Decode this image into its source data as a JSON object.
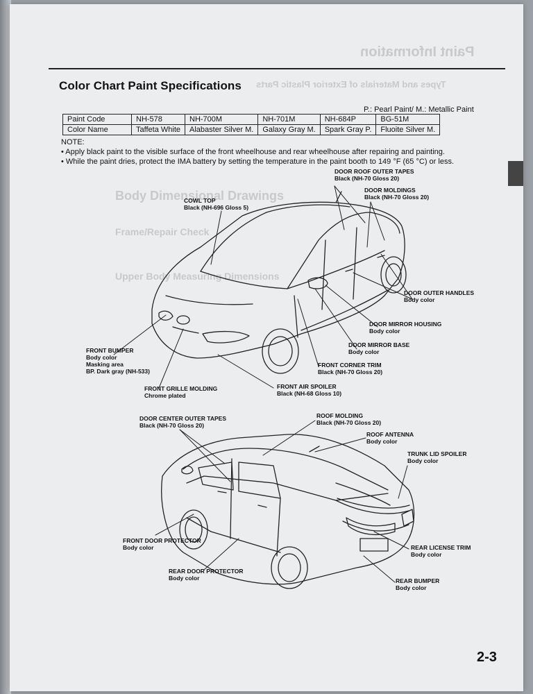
{
  "page": {
    "title": "Color Chart Paint Specifications",
    "page_number": "2-3"
  },
  "legend": "P.: Pearl Paint/ M.: Metallic Paint",
  "paint_table": {
    "row_labels": [
      "Paint Code",
      "Color Name"
    ],
    "columns": [
      {
        "code": "NH-578",
        "name": "Taffeta White"
      },
      {
        "code": "NH-700M",
        "name": "Alabaster Silver M."
      },
      {
        "code": "NH-701M",
        "name": "Galaxy Gray M."
      },
      {
        "code": "NH-684P",
        "name": "Spark Gray P."
      },
      {
        "code": "BG-51M",
        "name": "Fluoite Silver M."
      }
    ]
  },
  "note": {
    "title": "NOTE:",
    "items": [
      "• Apply black paint to the visible surface of the front wheelhouse and rear wheelhouse after repairing and painting.",
      "• While the paint dries, protect the IMA battery by setting the temperature in the paint booth to 149 °F (65 °C) or less."
    ]
  },
  "front_callouts": {
    "door_roof_outer_tapes": {
      "name": "DOOR ROOF OUTER TAPES",
      "spec": "Black (NH-70 Gloss 20)"
    },
    "door_moldings": {
      "name": "DOOR MOLDINGS",
      "spec": "Black (NH-70 Gloss 20)"
    },
    "cowl_top": {
      "name": "COWL TOP",
      "spec": "Black (NH-696 Gloss 5)"
    },
    "door_outer_handles": {
      "name": "DOOR OUTER HANDLES",
      "spec": "Body color"
    },
    "door_mirror_housing": {
      "name": "DOOR MIRROR HOUSING",
      "spec": "Body color"
    },
    "door_mirror_base": {
      "name": "DOOR MIRROR BASE",
      "spec": "Body color"
    },
    "front_corner_trim": {
      "name": "FRONT CORNER TRIM",
      "spec": "Black (NH-70 Gloss 20)"
    },
    "front_bumper": {
      "name": "FRONT BUMPER",
      "spec": "Body color",
      "extra1": "Masking area",
      "extra2": "BP. Dark gray (NH-533)"
    },
    "front_air_spoiler": {
      "name": "FRONT AIR SPOILER",
      "spec": "Black (NH-68 Gloss 10)"
    },
    "front_grille_molding": {
      "name": "FRONT GRILLE MOLDING",
      "spec": "Chrome plated"
    }
  },
  "rear_callouts": {
    "door_center_outer_tapes": {
      "name": "DOOR CENTER OUTER TAPES",
      "spec": "Black (NH-70 Gloss 20)"
    },
    "roof_molding": {
      "name": "ROOF MOLDING",
      "spec": "Black (NH-70 Gloss 20)"
    },
    "roof_antenna": {
      "name": "ROOF ANTENNA",
      "spec": "Body color"
    },
    "trunk_lid_spoiler": {
      "name": "TRUNK LID SPOILER",
      "spec": "Body color"
    },
    "front_door_protector": {
      "name": "FRONT DOOR PROTECTOR",
      "spec": "Body color"
    },
    "rear_license_trim": {
      "name": "REAR LICENSE TRIM",
      "spec": "Body color"
    },
    "rear_door_protector": {
      "name": "REAR DOOR PROTECTOR",
      "spec": "Body color"
    },
    "rear_bumper": {
      "name": "REAR BUMPER",
      "spec": "Body color"
    }
  },
  "show_through": {
    "header": "Paint Information",
    "subheader": "Types and Materials of Exterior Plastic Parts",
    "section": "Body Dimensional Drawings",
    "frame": "Frame/Repair Check",
    "upper": "Upper Body Measuring Dimensions"
  },
  "colors": {
    "paper": "#ecedef",
    "ink": "#111111",
    "ghost": "#c9c9cc"
  }
}
